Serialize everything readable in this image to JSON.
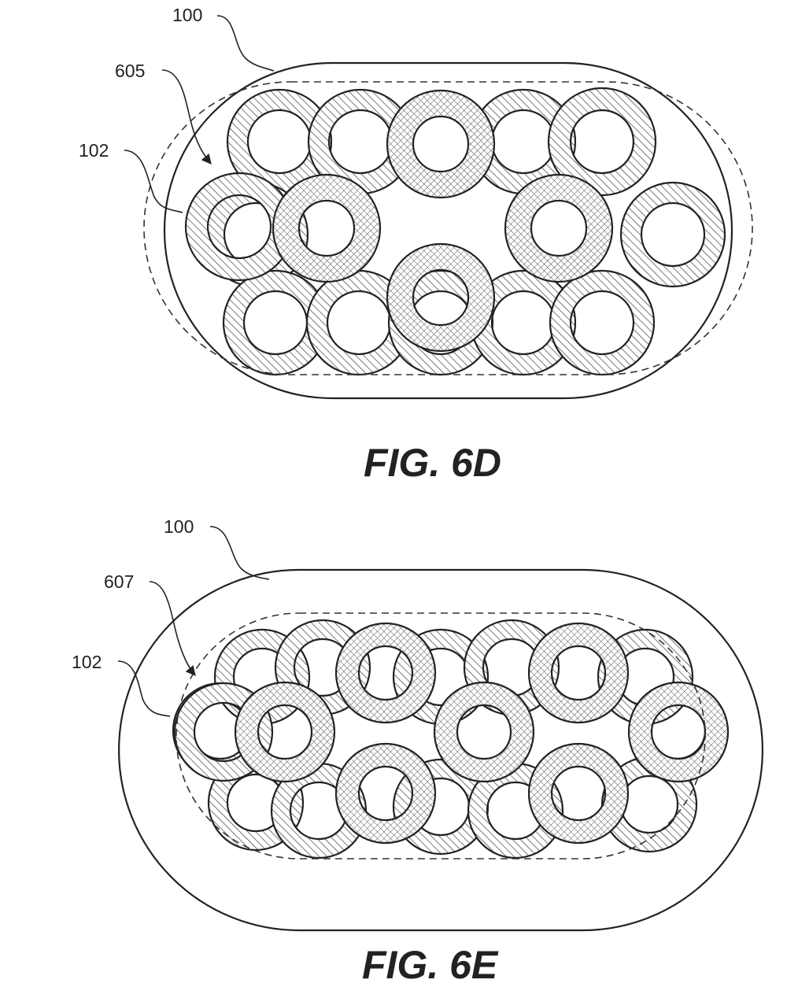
{
  "figures": [
    {
      "caption": "FIG. 6D",
      "labels": {
        "outer": "100",
        "arrow": "605",
        "inner": "102"
      }
    },
    {
      "caption": "FIG. 6E",
      "labels": {
        "outer": "100",
        "arrow": "607",
        "inner": "102"
      }
    }
  ],
  "colors": {
    "line": "#222222",
    "background": "#ffffff"
  },
  "patterns": {
    "back_rings": "diagonal-hatch",
    "front_rings": "cross-hatch"
  }
}
